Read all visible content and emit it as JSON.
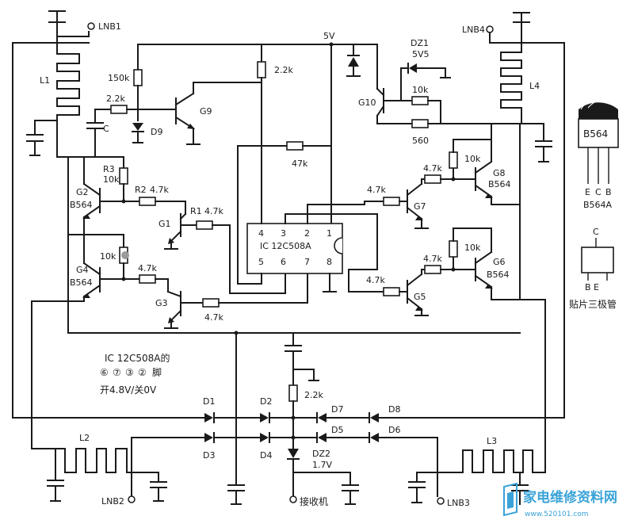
{
  "labels": {
    "lnb1": "LNB1",
    "lnb2": "LNB2",
    "lnb3": "LNB3",
    "lnb4": "LNB4",
    "l1": "L1",
    "l2": "L2",
    "l3": "L3",
    "l4": "L4",
    "r150k": "150k",
    "r22k_top": "2.2k",
    "r22k_g9": "2.2k",
    "cap_c": "C",
    "d9": "D9",
    "g9": "G9",
    "v5": "5V",
    "dz1": "DZ1",
    "dz1_val": "5V5",
    "g10": "G10",
    "r10k_g10": "10k",
    "r560": "560",
    "r47k": "47k",
    "r3": "R3",
    "r3_val": "10k",
    "r2": "R2",
    "r2_val": "4.7k",
    "g2": "G2",
    "g2_type": "B564",
    "r1": "R1",
    "r1_val": "4.7k",
    "g1": "G1",
    "g4": "G4",
    "g4_type": "B564",
    "r10k_g4": "10k",
    "r47k_g4": "4.7k",
    "g3": "G3",
    "r47k_g3": "4.7k",
    "ic_pin4": "4",
    "ic_pin3": "3",
    "ic_pin2": "2",
    "ic_pin1": "1",
    "ic_pin5": "5",
    "ic_pin6": "6",
    "ic_pin7": "7",
    "ic_pin8": "8",
    "ic_name": "IC  12C508A",
    "r47k_g7": "4.7k",
    "g7": "G7",
    "r47k_g8": "4.7k",
    "r10k_g8": "10k",
    "g8": "G8",
    "g8_type": "B564",
    "r47k_g5": "4.7k",
    "g5": "G5",
    "r47k_g6": "4.7k",
    "r10k_g6": "10k",
    "g6": "G6",
    "g6_type": "B564",
    "d1": "D1",
    "d2": "D2",
    "d3": "D3",
    "d4": "D4",
    "d5": "D5",
    "d6": "D6",
    "d7": "D7",
    "d8": "D8",
    "r22k_bottom": "2.2k",
    "dz2": "DZ2",
    "dz2_val": "1.7V",
    "receiver": "接收机"
  },
  "note": {
    "line1": "IC  12C508A的",
    "pins": [
      "⑥",
      "⑦",
      "③",
      "②"
    ],
    "pins_suffix": "脚",
    "line3": "开4.8V/关0V"
  },
  "package": {
    "part": "B564",
    "pins_to92": [
      "E",
      "C",
      "B"
    ],
    "part_to92": "B564A",
    "smd_top": "C",
    "smd_bottom": "B  E",
    "caption": "贴片三极管"
  },
  "watermark": {
    "text": "家电维修资料网",
    "url": "www.520101.com"
  },
  "colors": {
    "ink": "#1a1a1a",
    "watermark": "#3aa3d8"
  }
}
